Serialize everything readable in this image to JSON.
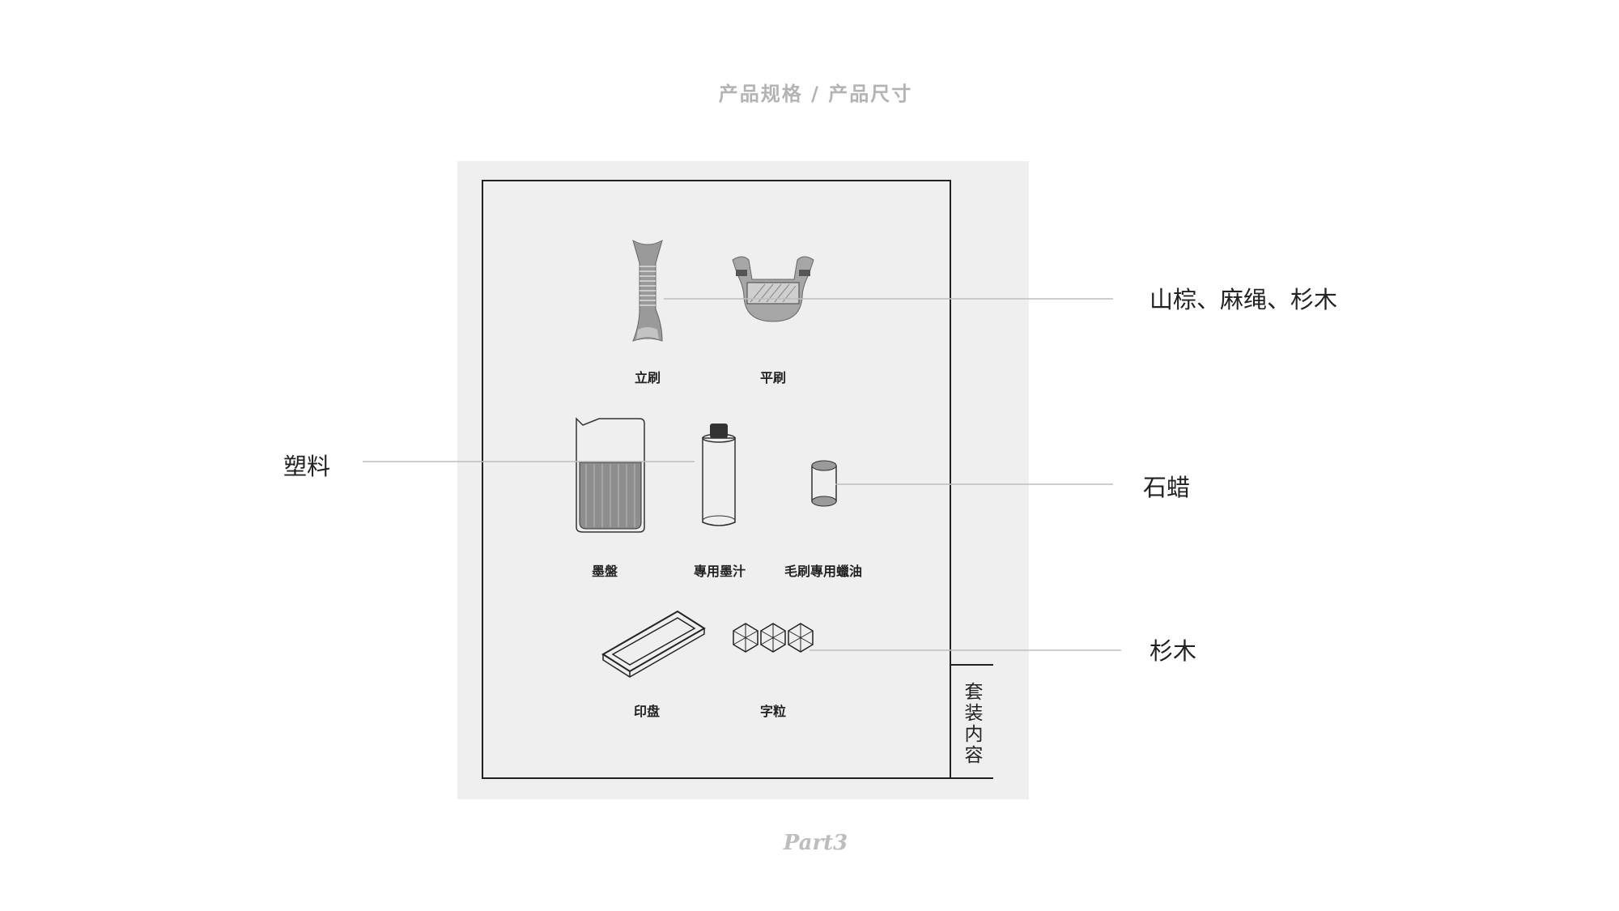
{
  "header": {
    "title": "产品规格 / 产品尺寸"
  },
  "footer": {
    "text": "Part3"
  },
  "kit": {
    "side_label": [
      "套",
      "装",
      "内",
      "容"
    ],
    "items": [
      {
        "label": "立刷",
        "icon": "upright-brush-icon"
      },
      {
        "label": "平刷",
        "icon": "flat-brush-icon"
      },
      {
        "label": "墨盤",
        "icon": "ink-tray-icon"
      },
      {
        "label": "專用墨汁",
        "icon": "ink-bottle-icon"
      },
      {
        "label": "毛刷專用蠟油",
        "icon": "wax-oil-icon"
      },
      {
        "label": "印盘",
        "icon": "printing-tray-icon"
      },
      {
        "label": "字粒",
        "icon": "type-blocks-icon"
      }
    ]
  },
  "materials": {
    "brushes": "山棕、麻绳、杉木",
    "plastic": "塑料",
    "wax": "石蜡",
    "wood": "杉木"
  }
}
